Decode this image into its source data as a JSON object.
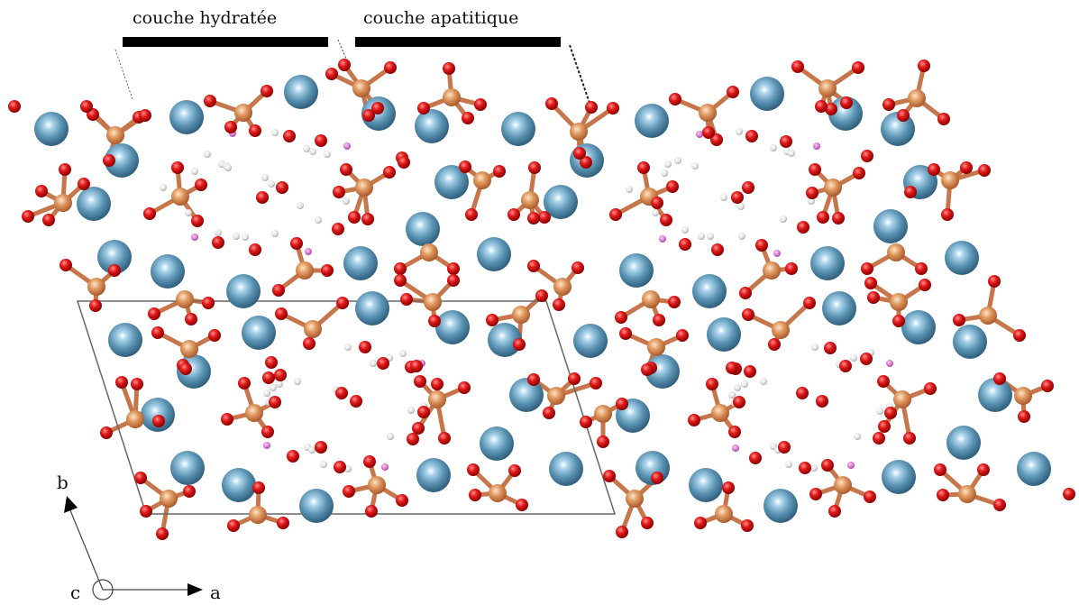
{
  "labels": {
    "hydrated_layer": "couche hydratée",
    "apatitic_layer": "couche apatitique"
  },
  "axes": {
    "a": "a",
    "b": "b",
    "c": "c"
  },
  "legend_colors": {
    "calcium": "#5b93b3",
    "phosphorus": "#d98a52",
    "oxygen": "#d41414",
    "hydrogen": "#e6e6e6",
    "hydrogen_in_hpo4": "#d779d0",
    "bonds": "#c6764a",
    "unit_cell": "#666666"
  }
}
